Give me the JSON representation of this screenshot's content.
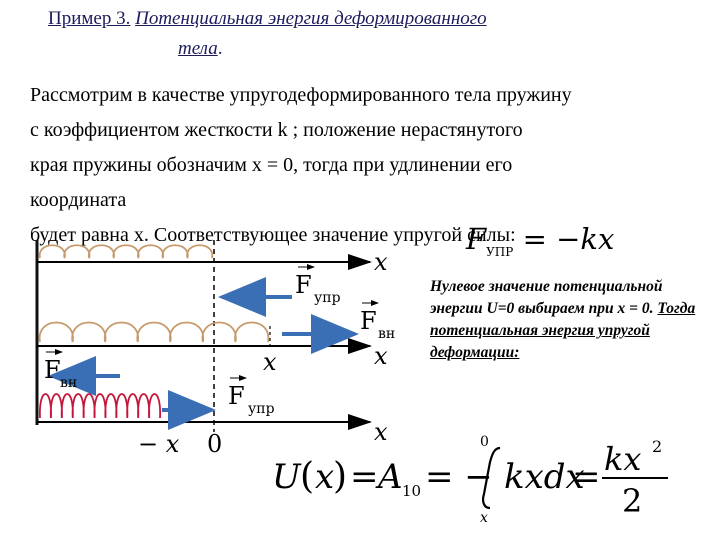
{
  "title": {
    "label": "Пример 3.",
    "line1": "Потенциальная энергия деформированного",
    "line2": "тела"
  },
  "paragraph": {
    "lines": [
      "Рассмотрим в качестве упругодеформированного тела пружину",
      "с коэффициентом жесткости  k ; положение  нерастянутого",
      "края пружины обозначим х = 0, тогда при удлинении его",
      "координата",
      "будет равна х. Соответствующее значение упругой силы:"
    ]
  },
  "force_formula": {
    "lhs": "F",
    "sub": "УПР",
    "rhs": "= −kx"
  },
  "note": {
    "italic_part": "Нулевое значение потенциальной энергии U=0 выбираем при x = 0.",
    "underlined_part": "Тогда потенциальная энергия упругой деформации:"
  },
  "diagram": {
    "axis_label": "x",
    "origin_label": "0",
    "neg_label": "− x",
    "x_label": "x",
    "force_symbol": "F",
    "f_upr_sub": "упр",
    "f_vn_sub": "вн",
    "colors": {
      "axis": "#000000",
      "wall": "#111111",
      "arrow": "#3a6fb5",
      "spring": "#c69a6a",
      "spring_compressed": "#c4163c"
    }
  },
  "energy_formula": {
    "u": "U",
    "arg": "x",
    "eq1": "=",
    "a": "A",
    "a_sub": "10",
    "eq2": "= −",
    "upper": "0",
    "lower": "x",
    "integrand": "kxdx",
    "eq3": "=",
    "numer": "kx",
    "power": "2",
    "denom": "2"
  }
}
